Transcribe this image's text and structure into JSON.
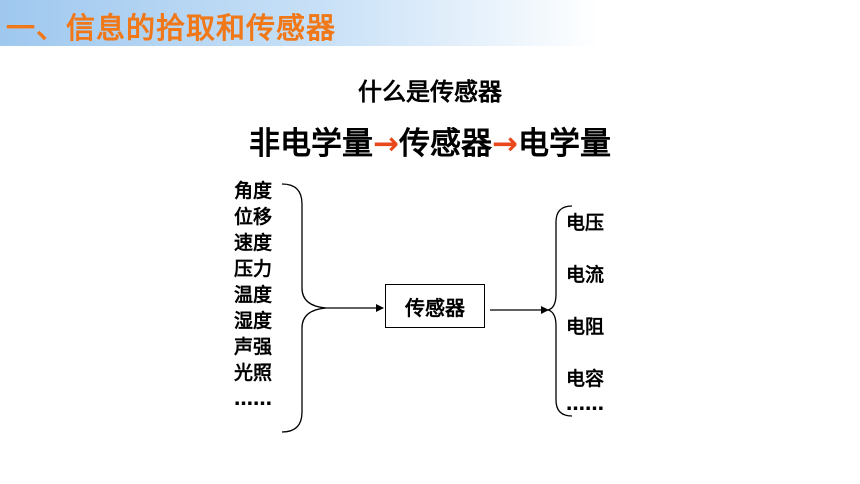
{
  "header": {
    "title": "一、信息的拾取和传感器"
  },
  "subtitle": "什么是传感器",
  "formula": {
    "left": "非电学量",
    "arrow": "→",
    "middle": "传感器",
    "right": "电学量"
  },
  "inputs": [
    "角度",
    "位移",
    "速度",
    "压力",
    "温度",
    "湿度",
    "声强",
    "光照",
    "……"
  ],
  "sensor_label": "传感器",
  "outputs": [
    "电压",
    "电流",
    "电阻",
    "电容",
    "……"
  ]
}
